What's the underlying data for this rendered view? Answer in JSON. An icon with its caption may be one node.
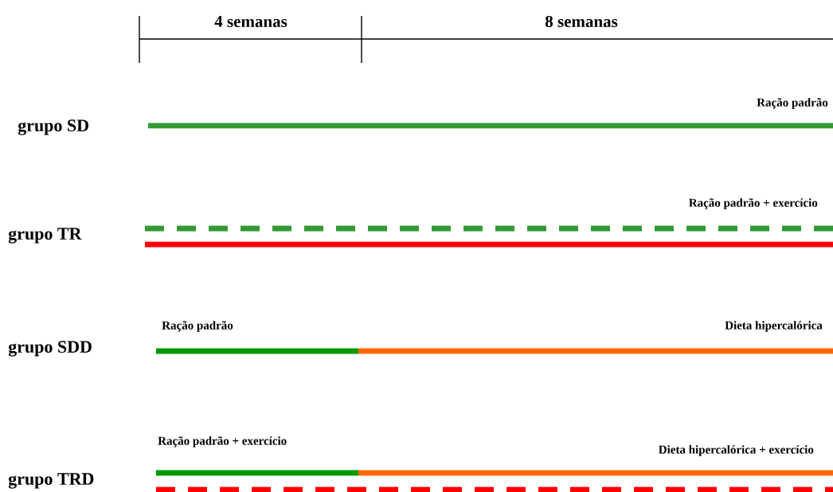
{
  "diagram": {
    "labels": [
      "4 semanas",
      "8 semanas",
      "Ração padrão",
      "grupo SD",
      "Ração padrão + exercício",
      "grupo TR",
      "Ração padrão",
      "Dieta hipercalórica",
      "grupo SDD",
      "Ração padrão + exercício",
      "Dieta hipercalórica + exercício",
      "grupo TRD"
    ]
  }
}
